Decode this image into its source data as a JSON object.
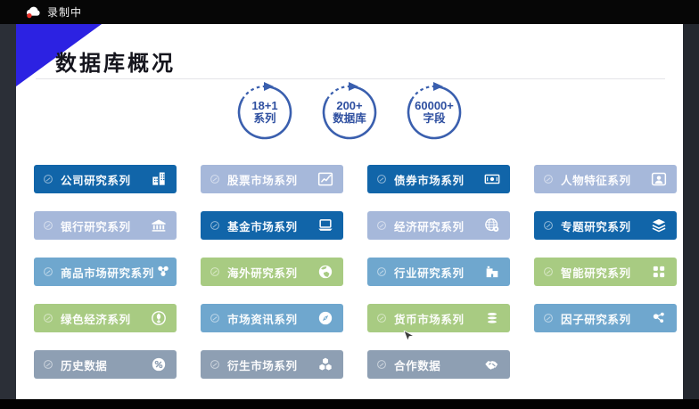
{
  "titlebar": {
    "recording_label": "录制中",
    "icon": "cloud-recording"
  },
  "slide": {
    "title": "数据库概况",
    "stats": [
      {
        "line1": "18+1",
        "line2": "系列"
      },
      {
        "line1": "200+",
        "line2": "数据库"
      },
      {
        "line1": "60000+",
        "line2": "字段"
      }
    ],
    "colors": {
      "dark": "#1165a9",
      "periwinkle": "#a6b8da",
      "steel": "#6fa7ce",
      "green": "#a8cb82",
      "gray": "#8e9fb3"
    },
    "buttons": [
      {
        "label": "公司研究系列",
        "color": "dark",
        "icon": "building"
      },
      {
        "label": "股票市场系列",
        "color": "periwinkle",
        "icon": "chart"
      },
      {
        "label": "债券市场系列",
        "color": "dark",
        "icon": "banknote"
      },
      {
        "label": "人物特征系列",
        "color": "periwinkle",
        "icon": "portrait"
      },
      {
        "label": "银行研究系列",
        "color": "periwinkle",
        "icon": "bank"
      },
      {
        "label": "基金市场系列",
        "color": "dark",
        "icon": "laptop"
      },
      {
        "label": "经济研究系列",
        "color": "periwinkle",
        "icon": "globe-gear"
      },
      {
        "label": "专题研究系列",
        "color": "dark",
        "icon": "layers"
      },
      {
        "label": "商品市场研究系列",
        "color": "steel",
        "icon": "molecule"
      },
      {
        "label": "海外研究系列",
        "color": "green",
        "icon": "globe"
      },
      {
        "label": "行业研究系列",
        "color": "steel",
        "icon": "factory"
      },
      {
        "label": "智能研究系列",
        "color": "green",
        "icon": "grid-dots"
      },
      {
        "label": "绿色经济系列",
        "color": "green",
        "icon": "eco"
      },
      {
        "label": "市场资讯系列",
        "color": "steel",
        "icon": "compass"
      },
      {
        "label": "货币市场系列",
        "color": "green",
        "icon": "coins"
      },
      {
        "label": "因子研究系列",
        "color": "steel",
        "icon": "nodes"
      },
      {
        "label": "历史数据",
        "color": "gray",
        "icon": "percent"
      },
      {
        "label": "衍生市场系列",
        "color": "gray",
        "icon": "cubes"
      },
      {
        "label": "合作数据",
        "color": "gray",
        "icon": "handshake"
      }
    ]
  }
}
